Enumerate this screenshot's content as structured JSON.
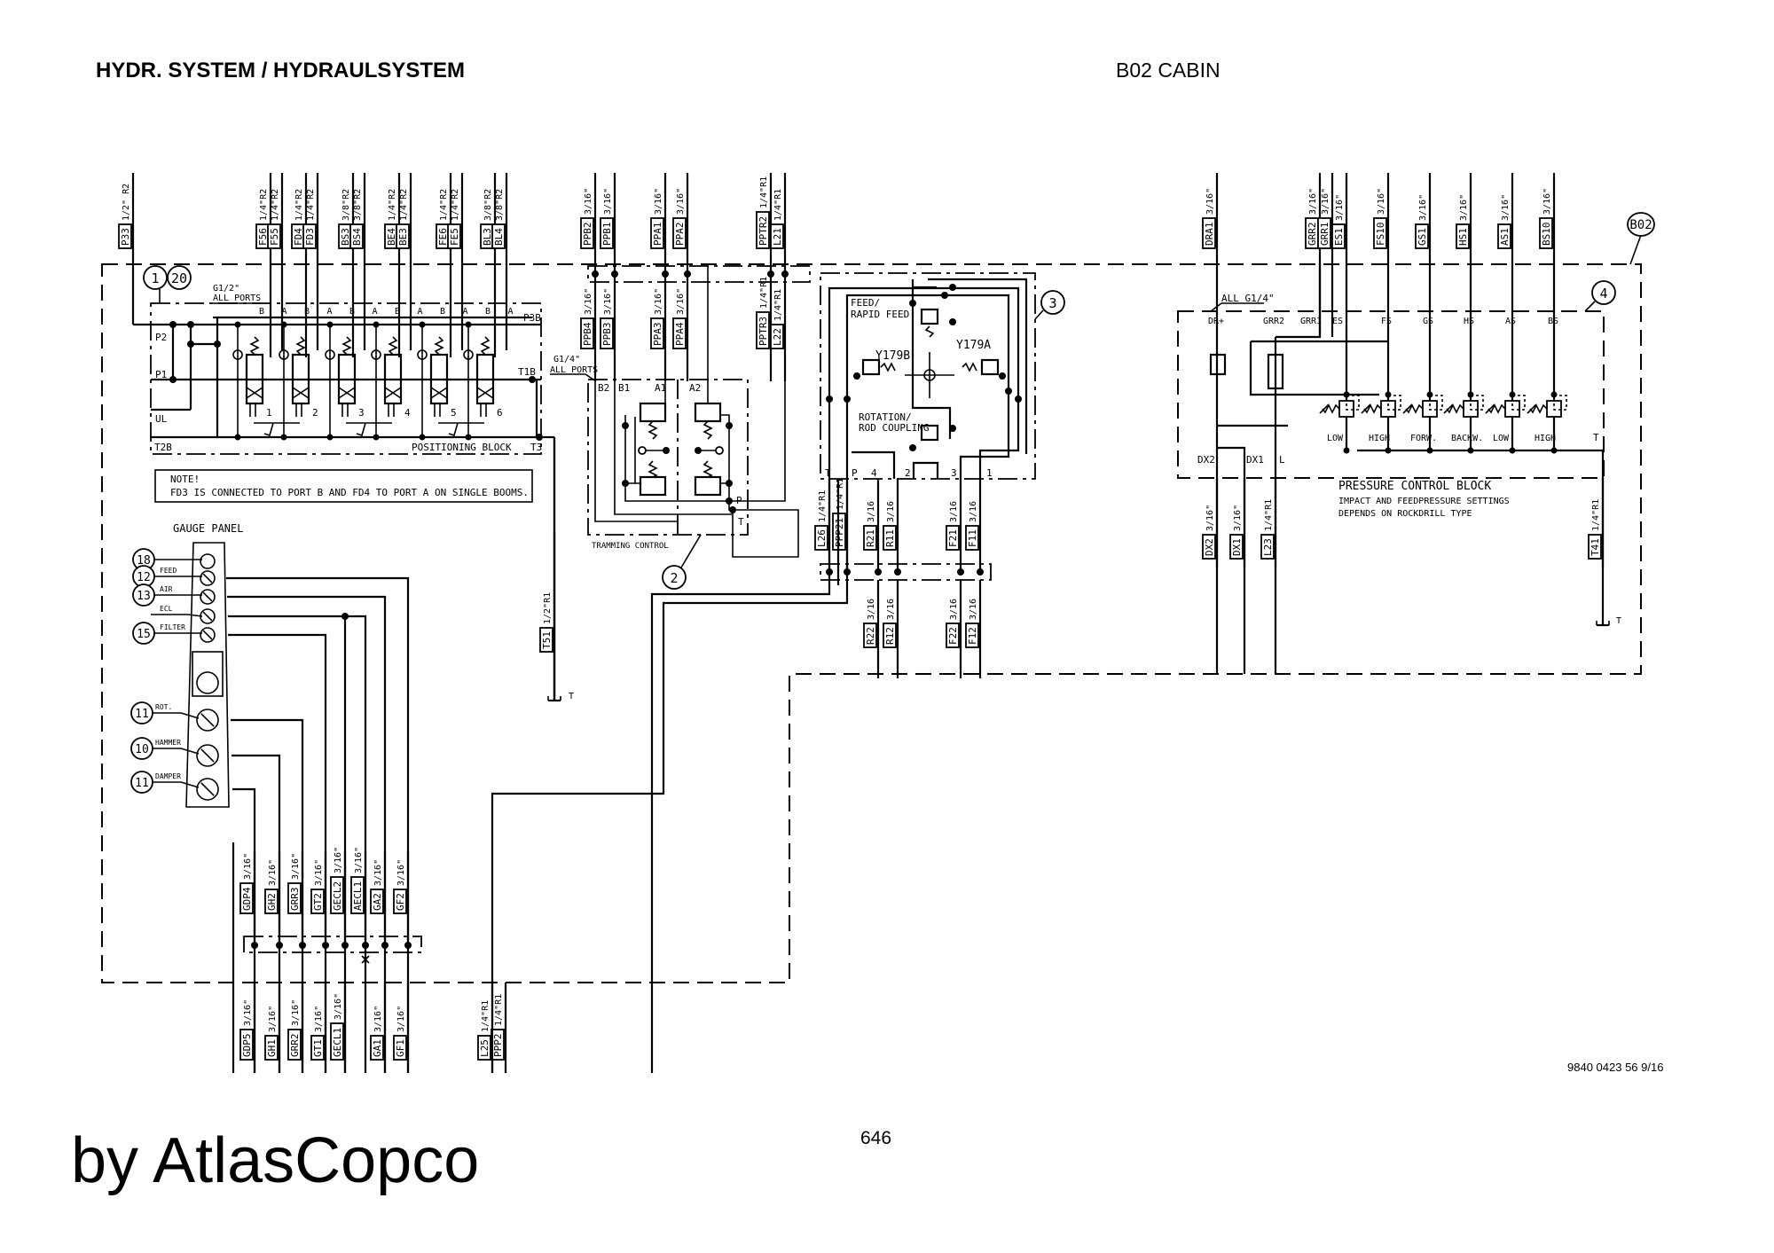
{
  "header": {
    "title": "HYDR. SYSTEM / HYDRAULSYSTEM",
    "section": "B02 CABIN"
  },
  "footer": {
    "brand": "by AtlasCopco",
    "page_number": "646",
    "doc_number": "9840 0423 56 9/16"
  },
  "top_hoses": {
    "positioning": [
      {
        "id": "P33",
        "size": "1/2\" R2"
      },
      {
        "id": "F56",
        "size": "1/4\"R2"
      },
      {
        "id": "F55",
        "size": "1/4\"R2"
      },
      {
        "id": "FD4",
        "size": "1/4\"R2"
      },
      {
        "id": "FD3",
        "size": "1/4\"R2"
      },
      {
        "id": "BS3",
        "size": "3/8\"R2"
      },
      {
        "id": "BS4",
        "size": "3/8\"R2"
      },
      {
        "id": "BE4",
        "size": "1/4\"R2"
      },
      {
        "id": "BE3",
        "size": "1/4\"R2"
      },
      {
        "id": "FE6",
        "size": "1/4\"R2"
      },
      {
        "id": "FE5",
        "size": "1/4\"R2"
      },
      {
        "id": "BL3",
        "size": "3/8\"R2"
      },
      {
        "id": "BL4",
        "size": "3/8\"R2"
      }
    ],
    "tramming": [
      {
        "id": "PPB2",
        "size": "3/16\""
      },
      {
        "id": "PPB1",
        "size": "3/16\""
      },
      {
        "id": "PPA1",
        "size": "3/16\""
      },
      {
        "id": "PPA2",
        "size": "3/16\""
      },
      {
        "id": "PPTR2",
        "size": "1/4\"R1"
      },
      {
        "id": "L21",
        "size": "1/4\"R1"
      }
    ],
    "pressure": [
      {
        "id": "DRA1",
        "size": "3/16\""
      },
      {
        "id": "GRR2",
        "size": "3/16\""
      },
      {
        "id": "GRR1",
        "size": "3/16\""
      },
      {
        "id": "ES1",
        "size": "3/16\""
      },
      {
        "id": "FS10",
        "size": "3/16\""
      },
      {
        "id": "GS1",
        "size": "3/16\""
      },
      {
        "id": "HS1",
        "size": "3/16\""
      },
      {
        "id": "AS1",
        "size": "3/16\""
      },
      {
        "id": "BS10",
        "size": "3/16\""
      }
    ]
  },
  "mid_hoses": {
    "tramming": [
      {
        "id": "PPB4",
        "size": "3/16\""
      },
      {
        "id": "PPB3",
        "size": "3/16\""
      },
      {
        "id": "PPA3",
        "size": "3/16\""
      },
      {
        "id": "PPA4",
        "size": "3/16\""
      },
      {
        "id": "PPTR3",
        "size": "1/4\"R1"
      },
      {
        "id": "L22",
        "size": "1/4\"R1"
      }
    ],
    "joystick_out": [
      {
        "id": "L26",
        "size": "1/4\"R1"
      },
      {
        "id": "PPP21",
        "size": "1/4\"R1"
      },
      {
        "id": "R21",
        "size": "3/16"
      },
      {
        "id": "R11",
        "size": "3/16"
      },
      {
        "id": "F21",
        "size": "3/16"
      },
      {
        "id": "F11",
        "size": "3/16"
      }
    ],
    "joystick_lower": [
      {
        "id": "R22",
        "size": "3/16"
      },
      {
        "id": "R12",
        "size": "3/16"
      },
      {
        "id": "F22",
        "size": "3/16"
      },
      {
        "id": "F12",
        "size": "3/16"
      }
    ],
    "pressure_out": [
      {
        "id": "DX2",
        "size": "3/16\""
      },
      {
        "id": "DX1",
        "size": "3/16\""
      },
      {
        "id": "L23",
        "size": "1/4\"R1"
      },
      {
        "id": "T41",
        "size": "1/4\"R1"
      }
    ],
    "tank": {
      "id": "T51",
      "size": "1/2\"R1"
    }
  },
  "gauge_hoses": {
    "upper": [
      {
        "id": "GDP4",
        "size": "3/16\""
      },
      {
        "id": "GH2",
        "size": "3/16\""
      },
      {
        "id": "GRR3",
        "size": "3/16\""
      },
      {
        "id": "GT2",
        "size": "3/16\""
      },
      {
        "id": "GECL2",
        "size": "3/16\""
      },
      {
        "id": "AECL1",
        "size": "3/16\""
      },
      {
        "id": "GA2",
        "size": "3/16\""
      },
      {
        "id": "GF2",
        "size": "3/16\""
      }
    ],
    "lower": [
      {
        "id": "GDP5",
        "size": "3/16\""
      },
      {
        "id": "GH1",
        "size": "3/16\""
      },
      {
        "id": "GRR2",
        "size": "3/16\""
      },
      {
        "id": "GT1",
        "size": "3/16\""
      },
      {
        "id": "GECL1",
        "size": "3/16\""
      },
      {
        "id": "GA1",
        "size": "3/16\""
      },
      {
        "id": "GF1",
        "size": "3/16\""
      },
      {
        "id": "L25",
        "size": "1/4\"R1"
      },
      {
        "id": "PPP2",
        "size": "1/4\"R1"
      }
    ]
  },
  "positioning_block": {
    "callouts": [
      "1",
      "20"
    ],
    "ports_note": "G1/2\"",
    "ports_note2": "ALL PORTS",
    "port_letters": [
      "B",
      "A",
      "B",
      "A",
      "B",
      "A",
      "B",
      "A",
      "B",
      "A",
      "B",
      "A"
    ],
    "side_ports": [
      "P2",
      "P1",
      "UL",
      "T2B",
      "P3B",
      "T1B",
      "T3"
    ],
    "valve_numbers": [
      "1",
      "2",
      "3",
      "4",
      "5",
      "6"
    ],
    "label": "POSITIONING BLOCK"
  },
  "note": {
    "title": "NOTE!",
    "text": "FD3 IS CONNECTED TO PORT B AND FD4 TO PORT A ON SINGLE BOOMS."
  },
  "tramming_control": {
    "callout": "2",
    "ports_note": "G1/4\"",
    "ports_note2": "ALL PORTS",
    "ports": [
      "B2",
      "B1",
      "A1",
      "A2",
      "P",
      "T"
    ],
    "label": "TRAMMING CONTROL"
  },
  "joystick_block": {
    "callout": "3",
    "label_feed": "FEED/",
    "label_feed2": "RAPID FEED",
    "label_rot": "ROTATION/",
    "label_rot2": "ROD COUPLING",
    "solenoid_a": "Y179A",
    "solenoid_b": "Y179B",
    "ports": [
      "T",
      "P",
      "4",
      "2",
      "3",
      "1"
    ]
  },
  "pressure_block": {
    "callout": "4",
    "ports_note": "ALL G1/4\"",
    "top_ports": [
      "DR+",
      "GRR2",
      "GRR1",
      "ES",
      "FS",
      "GS",
      "HS",
      "AS",
      "BS"
    ],
    "valve_labels": [
      "LOW",
      "HIGH",
      "FORW.",
      "BACKW.",
      "LOW",
      "HIGH"
    ],
    "bottom_ports": [
      "DX2",
      "DX1",
      "L",
      "T"
    ],
    "title": "PRESSURE CONTROL BLOCK",
    "desc1": "IMPACT AND FEEDPRESSURE SETTINGS",
    "desc2": "DEPENDS ON ROCKDRILL TYPE"
  },
  "cabin_callout": "B02",
  "gauge_panel": {
    "title": "GAUGE PANEL",
    "gauges": [
      {
        "callout": "18",
        "label": ""
      },
      {
        "callout": "12",
        "label": "FEED"
      },
      {
        "callout": "13",
        "label": "AIR"
      },
      {
        "callout": "",
        "label": "ECL"
      },
      {
        "callout": "15",
        "label": "FILTER"
      },
      {
        "callout": "11",
        "label": "ROT."
      },
      {
        "callout": "10",
        "label": "HAMMER"
      },
      {
        "callout": "11",
        "label": "DAMPER"
      }
    ]
  },
  "tank_label": "T"
}
